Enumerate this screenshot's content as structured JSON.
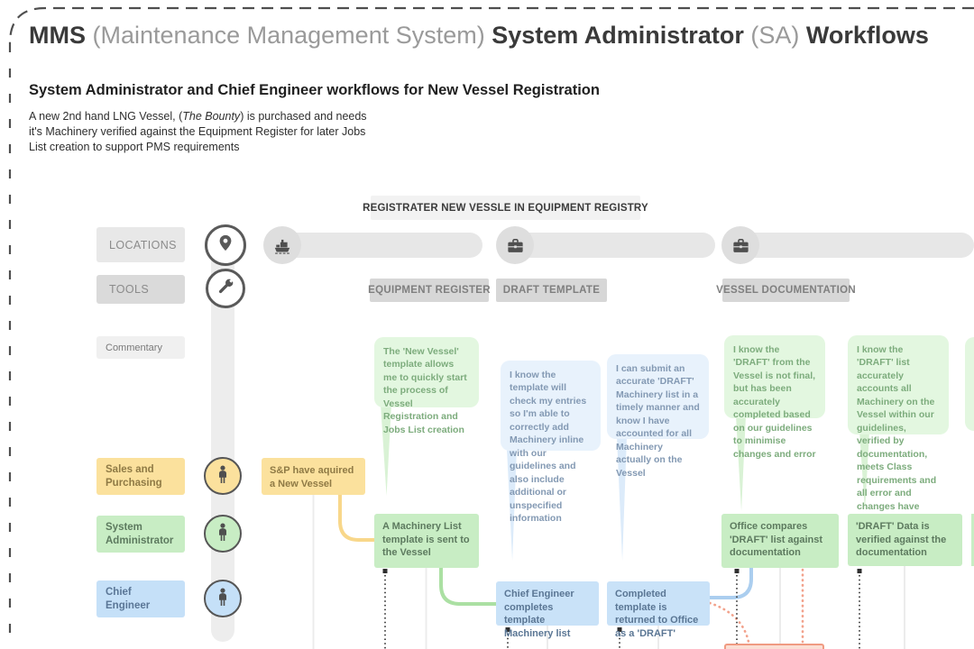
{
  "header": {
    "title": {
      "mms": "MMS",
      "paren1": "(Maintenance Management System)",
      "sa": "System Administrator",
      "paren2": "(SA)",
      "workflows": "Workflows"
    },
    "subtitle": "System Administrator and Chief Engineer workflows  for New Vessel Registration",
    "description": {
      "pre": "A new 2nd hand LNG Vessel, (",
      "italic": "The Bounty",
      "post": ") is purchased and needs it's Machinery verified against the Equipment Register for later Jobs List creation to support PMS requirements"
    }
  },
  "banner": {
    "label": "REGISTRATER NEW VESSLE IN EQUIPMENT REGISTRY"
  },
  "lanes": {
    "locations_label": "LOCATIONS",
    "tools_label": "TOOLS",
    "commentary_label": "Commentary",
    "roles": [
      {
        "label": "Sales and Purchasing",
        "color": "#fbe19d"
      },
      {
        "label": "System Administrator",
        "color": "#c8edc4"
      },
      {
        "label": "Chief Engineer",
        "color": "#c5e0f8"
      }
    ]
  },
  "stages": [
    {
      "label": "EQUIPMENT REGISTER"
    },
    {
      "label": "DRAFT TEMPLATE"
    },
    {
      "label": "VESSEL DOCUMENTATION"
    }
  ],
  "icons": {
    "lane_location": "map-pin-icon",
    "lane_tools": "wrench-icon",
    "pill_1": "ship-icon",
    "pill_2": "briefcase-icon",
    "pill_3": "briefcase-icon",
    "roles": "person-icon"
  },
  "comments": [
    {
      "text": "The 'New Vessel' template allows me to quickly start the process of Vessel Registration and Jobs List creation",
      "tone": "green"
    },
    {
      "text": "I know the template will check my entries so I'm able to correctly add Machinery inline with our guidelines and also include additional or unspecified information",
      "tone": "blue"
    },
    {
      "text": "I can submit an accurate 'DRAFT' Machinery list in a timely manner and know I have accounted for all Machinery actually on the Vessel",
      "tone": "blue"
    },
    {
      "text": "I know the 'DRAFT' from the Vessel is not final, but has been accurately completed based on our guidelines to minimise changes and error",
      "tone": "green"
    },
    {
      "text": "I know the 'DRAFT' list accurately accounts all Machinery on the Vessel within our guidelines, verified by documentation, meets Class requirements and all error and changes have been made for",
      "tone": "green"
    }
  ],
  "steps": {
    "sp_acquired": "S&P have aquired a New Vessel",
    "machinery_list_sent": "A Machinery List template is sent to the Vessel",
    "ce_completes": "Chief Engineer completes template Machinery list",
    "returned_draft": "Completed template is returned to Office as a 'DRAFT'",
    "office_compares": "Office compares 'DRAFT' list against documentation",
    "draft_verified": "'DRAFT' Data is verified against the documentation"
  },
  "colors": {
    "role_sales": "#fbe19d",
    "role_system_admin": "#c8edc4",
    "role_chief_engineer": "#c5e0f8",
    "comment_green": "#e3f7e0",
    "comment_blue": "#e8f2fc",
    "connector_yellow": "#f8d78a",
    "connector_green": "#abe0a3",
    "connector_blue": "#abceef",
    "connector_salmon": "#f2a28c",
    "stage_label_bg": "#d7d7d7",
    "banner_bg": "#f2f2f2"
  }
}
